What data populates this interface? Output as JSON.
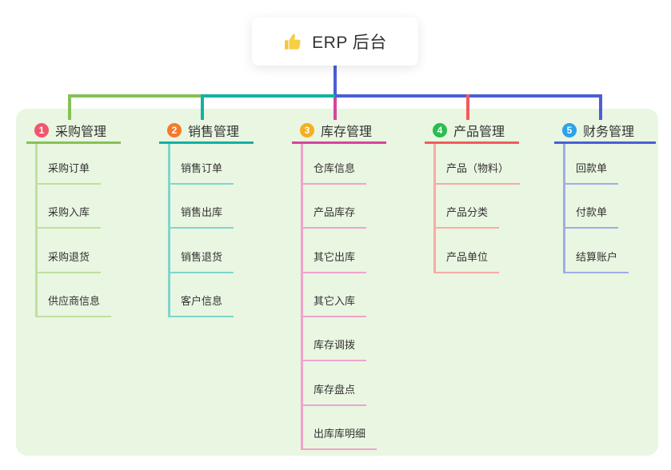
{
  "root": {
    "title": "ERP 后台",
    "icon": "thumbs-up-icon",
    "connector_color": "#4A5FD6"
  },
  "panel": {
    "background": "#E9F6E1"
  },
  "branches": [
    {
      "badge": "1",
      "title": "采购管理",
      "badge_color": "#F1566F",
      "line_color": "#88C057",
      "child_line_color": "#BFE09F",
      "children": [
        "采购订单",
        "采购入库",
        "采购退货",
        "供应商信息"
      ]
    },
    {
      "badge": "2",
      "title": "销售管理",
      "badge_color": "#F57A2B",
      "line_color": "#12B2A3",
      "child_line_color": "#7FD6CC",
      "children": [
        "销售订单",
        "销售出库",
        "销售退货",
        "客户信息"
      ]
    },
    {
      "badge": "3",
      "title": "库存管理",
      "badge_color": "#F7AF1F",
      "line_color": "#D6459C",
      "child_line_color": "#F1A2CE",
      "children": [
        "仓库信息",
        "产品库存",
        "其它出库",
        "其它入库",
        "库存调拨",
        "库存盘点",
        "出库库明细"
      ]
    },
    {
      "badge": "4",
      "title": "产品管理",
      "badge_color": "#29BD51",
      "line_color": "#F25B5B",
      "child_line_color": "#F8ABA6",
      "children": [
        "产品（物料）",
        "产品分类",
        "产品单位"
      ]
    },
    {
      "badge": "5",
      "title": "财务管理",
      "badge_color": "#2BA3E8",
      "line_color": "#4A5FD6",
      "child_line_color": "#9FACE6",
      "children": [
        "回款单",
        "付款单",
        "结算账户"
      ]
    }
  ]
}
